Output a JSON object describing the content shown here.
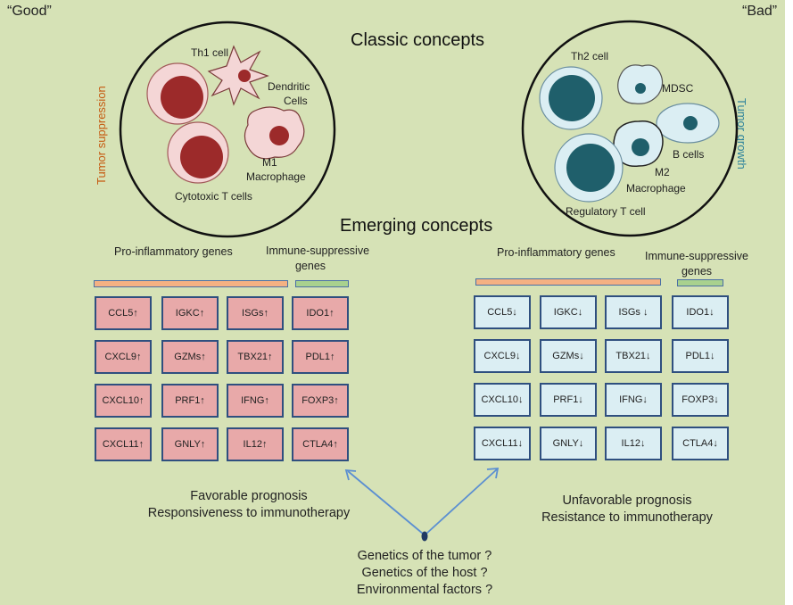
{
  "corners": {
    "left": "“Good”",
    "right": "“Bad”"
  },
  "headings": {
    "classic": "Classic concepts",
    "emerging": "Emerging concepts"
  },
  "side_labels": {
    "left": "Tumor suppression",
    "right": "Tumor growth"
  },
  "left_circle": {
    "th1": "Th1 cell",
    "dc_line1": "Dendritic",
    "dc_line2": "Cells",
    "m1_line1": "M1",
    "m1_line2": "Macrophage",
    "ctl": "Cytotoxic T cells"
  },
  "right_circle": {
    "th2": "Th2 cell",
    "mdsc": "MDSC",
    "b": "B cells",
    "m2_line1": "M2",
    "m2_line2": "Macrophage",
    "treg": "Regulatory T cell"
  },
  "columns": {
    "pro": "Pro-inflammatory genes",
    "imm_line1": "Immune-suppressive",
    "imm_line2": "genes"
  },
  "genes_good": [
    [
      "CCL5↑",
      "IGKC↑",
      "ISGs↑",
      "IDO1↑"
    ],
    [
      "CXCL9↑",
      "GZMs↑",
      "TBX21↑",
      "PDL1↑"
    ],
    [
      "CXCL10↑",
      "PRF1↑",
      "IFNG↑",
      "FOXP3↑"
    ],
    [
      "CXCL11↑",
      "GNLY↑",
      "IL12↑",
      "CTLA4↑"
    ]
  ],
  "genes_bad": [
    [
      "CCL5↓",
      "IGKC↓",
      "ISGs ↓",
      "IDO1↓"
    ],
    [
      "CXCL9↓",
      "GZMs↓",
      "TBX21↓",
      "PDL1↓"
    ],
    [
      "CXCL10↓",
      "PRF1↓",
      "IFNG↓",
      "FOXP3↓"
    ],
    [
      "CXCL11↓",
      "GNLY↓",
      "IL12↓",
      "CTLA4↓"
    ]
  ],
  "outcomes": {
    "good_line1": "Favorable prognosis",
    "good_line2": "Responsiveness  to immunotherapy",
    "bad_line1": "Unfavorable prognosis",
    "bad_line2": "Resistance to immunotherapy"
  },
  "factors": [
    "Genetics of the tumor ?",
    "Genetics of the host ?",
    "Environmental factors ?"
  ],
  "colors": {
    "background": "#d6e2b6",
    "good_cell_fill": "#e8a9a9",
    "bad_cell_fill": "#dbeef3",
    "pro_bar": "#f4b183",
    "imm_bar": "#a9d18e",
    "tumor_suppression_text": "#c55a11",
    "tumor_growth_text": "#31859c",
    "good_nucleus": "#9c2a2a",
    "bad_nucleus": "#1f5f6b",
    "arrow": "#5b8fd1"
  }
}
